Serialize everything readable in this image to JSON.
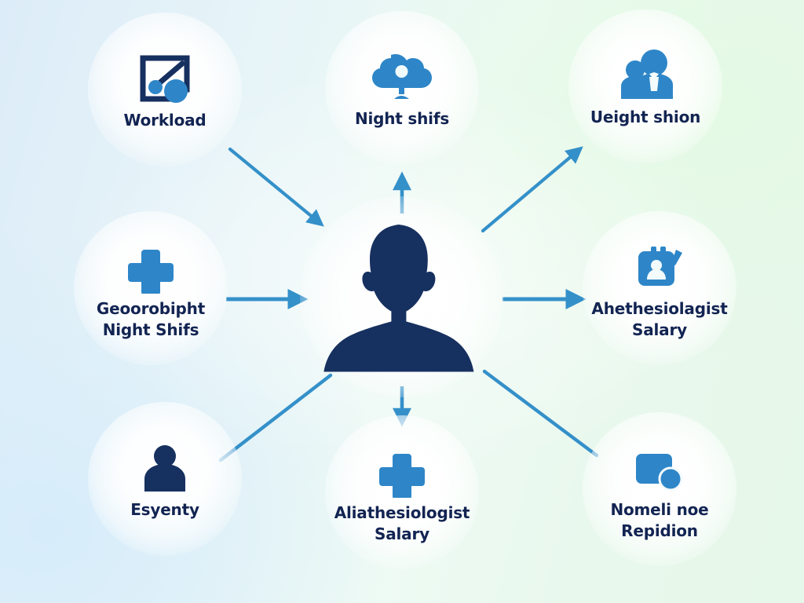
{
  "background": {
    "gradient_from": "#dcecf8",
    "gradient_to": "#e6f8ea"
  },
  "theme": {
    "icon_blue": "#2e86c8",
    "icon_navy": "#16305f",
    "label_navy": "#122452",
    "arrow_blue": "#3490c9",
    "bubble_white": "#ffffff"
  },
  "center": {
    "name": "central-person",
    "icon": "person-silhouette-icon",
    "color": "#16305f"
  },
  "nodes": [
    {
      "id": "workload",
      "label": "Workload",
      "icon": "chart-frame-icon",
      "icon_color": "#2e86c8",
      "position": "top-left"
    },
    {
      "id": "night-shifs",
      "label": "Night shifs",
      "icon": "cloud-tree-icon",
      "icon_color": "#2e86c8",
      "position": "top-center"
    },
    {
      "id": "ueight-shion",
      "label": "Ueight shion",
      "icon": "two-people-icon",
      "icon_color": "#2e86c8",
      "position": "top-right"
    },
    {
      "id": "geoorobipht-night-shifs",
      "label": "Geoorobipht\nNight Shifs",
      "icon": "medical-cross-icon",
      "icon_color": "#2e86c8",
      "position": "middle-left"
    },
    {
      "id": "ahethesiolagist-salary",
      "label": "Ahethesiolagist\nSalary",
      "icon": "clipboard-pen-icon",
      "icon_color": "#2e86c8",
      "position": "middle-right"
    },
    {
      "id": "esyenty",
      "label": "Esyenty",
      "icon": "person-icon",
      "icon_color": "#16305f",
      "position": "bottom-left"
    },
    {
      "id": "aliathesiologist-salary",
      "label": "Aliathesiologist\nSalary",
      "icon": "medical-cross-icon",
      "icon_color": "#2e86c8",
      "position": "bottom-center"
    },
    {
      "id": "nomeli-noe-repidion",
      "label": "Nomeli noe\nRepidion",
      "icon": "rounded-square-circle-icon",
      "icon_color": "#2e86c8",
      "position": "bottom-right"
    }
  ],
  "connectors": [
    {
      "id": "workload-to-center",
      "from": "workload",
      "to": "center",
      "arrowhead": true
    },
    {
      "id": "center-to-night-shifs",
      "from": "center",
      "to": "night-shifs",
      "arrowhead": true
    },
    {
      "id": "center-to-ueight-shion",
      "from": "center",
      "to": "ueight-shion",
      "arrowhead": true
    },
    {
      "id": "geoorobipht-to-center",
      "from": "geoorobipht-night-shifs",
      "to": "center",
      "arrowhead": true
    },
    {
      "id": "center-to-ahethesiolagist",
      "from": "center",
      "to": "ahethesiolagist-salary",
      "arrowhead": true
    },
    {
      "id": "esyenty-to-center",
      "from": "esyenty",
      "to": "center",
      "arrowhead": false
    },
    {
      "id": "center-to-aliathesiologist",
      "from": "center",
      "to": "aliathesiologist-salary",
      "arrowhead": true
    },
    {
      "id": "center-to-nomeli",
      "from": "center",
      "to": "nomeli-noe-repidion",
      "arrowhead": false
    }
  ]
}
